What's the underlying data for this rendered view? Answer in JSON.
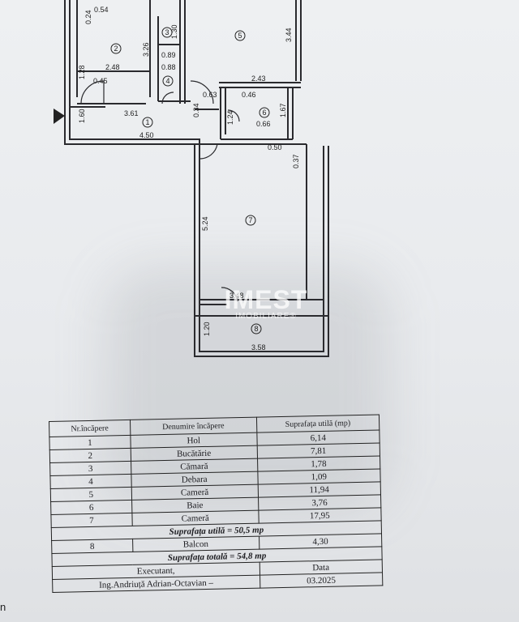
{
  "plan": {
    "room_markers": [
      "1",
      "2",
      "3",
      "4",
      "5",
      "6",
      "7",
      "8"
    ],
    "dimensions": {
      "d054": "0.54",
      "d024": "0.24",
      "d248": "2.48",
      "d128": "1.28",
      "d145": "0.45",
      "d326": "3.26",
      "d130": "1.30",
      "d089": "0.89",
      "d088": "0.88",
      "d344": "3.44",
      "d243": "2.43",
      "d361": "3.61",
      "d063": "0.63",
      "d046": "0.46",
      "d066": "0.66",
      "d167": "1.67",
      "d124": "1.24",
      "d450": "4.50",
      "d050": "0.50",
      "d037": "0.37",
      "d524": "5.24",
      "d348": "3.48",
      "d120": "1.20",
      "d358": "3.58",
      "d160": "1.60",
      "d034": "0.34"
    },
    "watermark": {
      "brand": "IMEST",
      "sub": "IMOBILIARE®"
    }
  },
  "table": {
    "headers": [
      "Nr.încăpere",
      "Denumire încăpere",
      "Suprafața utilă (mp)"
    ],
    "rows": [
      {
        "nr": "1",
        "name": "Hol",
        "area": "6,14"
      },
      {
        "nr": "2",
        "name": "Bucătărie",
        "area": "7,81"
      },
      {
        "nr": "3",
        "name": "Cămară",
        "area": "1,78"
      },
      {
        "nr": "4",
        "name": "Debara",
        "area": "1,09"
      },
      {
        "nr": "5",
        "name": "Cameră",
        "area": "11,94"
      },
      {
        "nr": "6",
        "name": "Baie",
        "area": "3,76"
      },
      {
        "nr": "7",
        "name": "Cameră",
        "area": "17,95"
      }
    ],
    "useful_total": "Suprafața utilă = 50,5 mp",
    "balcony": {
      "nr": "8",
      "name": "Balcon",
      "area": "4,30"
    },
    "grand_total": "Suprafața totală = 54,8 mp",
    "executant_label": "Executant,",
    "executant_name": "Ing.Andriuță Adrian-Octavian –",
    "date_label": "Data",
    "date_value": "03.2025"
  },
  "side_text": "n"
}
